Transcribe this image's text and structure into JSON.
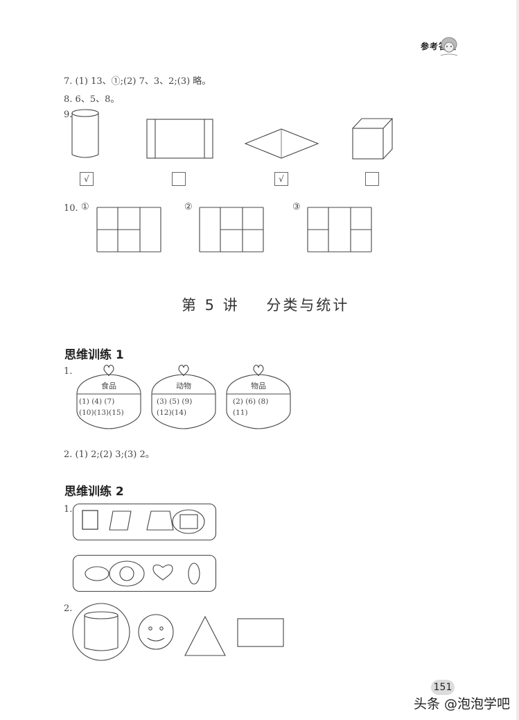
{
  "header": {
    "label": "参考答案",
    "mascot_icon": "cartoon-girl-icon"
  },
  "answers_top": [
    {
      "num": "7.",
      "text": "(1) 13、①;(2) 7、3、2;(3) 略。"
    },
    {
      "num": "8.",
      "text": "6、5、8。"
    }
  ],
  "q9": {
    "num": "9.",
    "shapes": [
      {
        "name": "cylinder",
        "checked": true,
        "mark": "√"
      },
      {
        "name": "cylinder-net-rectangle",
        "checked": false,
        "mark": ""
      },
      {
        "name": "rhombus",
        "checked": true,
        "mark": "√"
      },
      {
        "name": "cube",
        "checked": false,
        "mark": ""
      }
    ]
  },
  "q10": {
    "num": "10.",
    "figures": [
      {
        "label": "①"
      },
      {
        "label": "②"
      },
      {
        "label": "③"
      }
    ]
  },
  "chapter_title": "第 5 讲    分类与统计",
  "section1": {
    "title": "思维训练 1",
    "q1_num": "1.",
    "pots": [
      {
        "label": "食品",
        "items": "(1) (4) (7)\n(10)(13)(15)"
      },
      {
        "label": "动物",
        "items": "(3) (5) (9)\n(12)(14)"
      },
      {
        "label": "物品",
        "items": "(2) (6) (8)\n(11)"
      }
    ],
    "q2": {
      "num": "2.",
      "text": "(1) 2;(2) 3;(3) 2。"
    }
  },
  "section2": {
    "title": "思维训练 2",
    "q1_num": "1.",
    "q2_num": "2."
  },
  "footer": {
    "page_number": "151",
    "watermark": "头条 @泡泡学吧"
  }
}
